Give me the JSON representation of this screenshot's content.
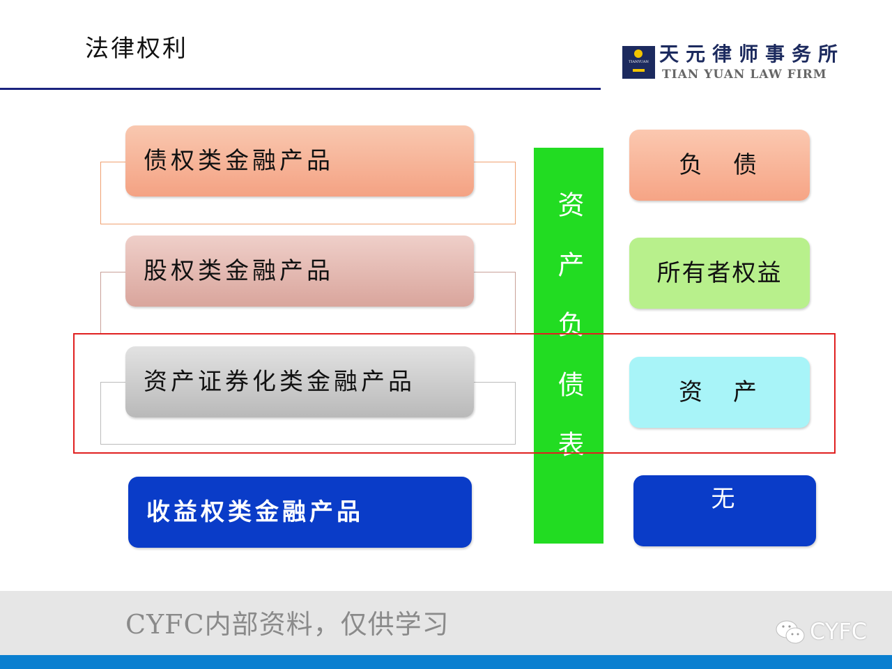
{
  "header": {
    "title": "法律权利",
    "logo_cn": "天元律师事务所",
    "logo_en": "TIAN YUAN LAW FIRM",
    "logo_badge": "TIANYUAN"
  },
  "left_items": [
    {
      "label": "债权类金融产品"
    },
    {
      "label": "股权类金融产品"
    },
    {
      "label": "资产证券化类金融产品"
    },
    {
      "label": "收益权类金融产品"
    }
  ],
  "center": {
    "label": "资产负债表"
  },
  "right_items": [
    {
      "label": "负　债"
    },
    {
      "label": "所有者权益"
    },
    {
      "label": "资　产"
    },
    {
      "label": "无"
    }
  ],
  "watermark": "CYFC内部资料，仅供学习",
  "footer": {
    "brand": "CYFC"
  },
  "colors": {
    "rule": "#1a237e",
    "green": "#22dc22",
    "blue": "#0a3cc8",
    "highlight": "#e02020"
  }
}
